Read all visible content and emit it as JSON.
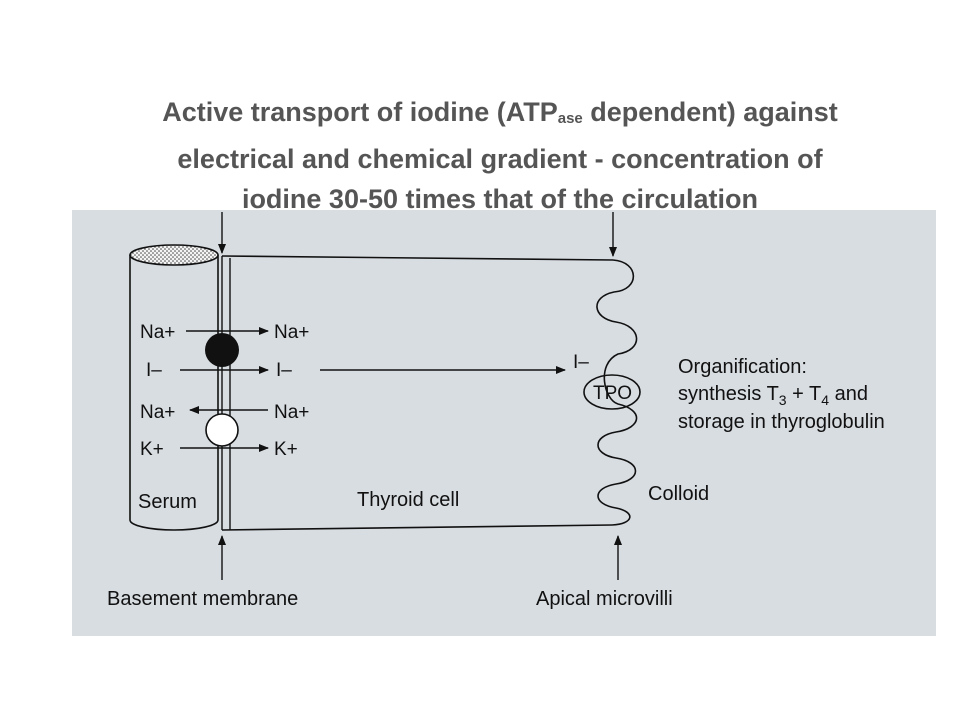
{
  "title": {
    "line1_pre": "Active transport of iodine (ATP",
    "line1_sub": "ase",
    "line1_post": " dependent) against",
    "line2": "electrical and chemical gradient - concentration of",
    "line3": "iodine 30-50 times that of the circulation"
  },
  "serum_side": {
    "na1": "Na+",
    "i": "I–",
    "na2": "Na+",
    "k": "K+",
    "label": "Serum"
  },
  "cell_side": {
    "na1": "Na+",
    "i": "I–",
    "na2": "Na+",
    "k": "K+",
    "label": "Thyroid cell"
  },
  "apical": {
    "iodide": "I–",
    "tpo": "TPO",
    "colloid": "Colloid"
  },
  "organification": {
    "line1": "Organification:",
    "line2_pre": "synthesis T",
    "line2_sub1": "3",
    "line2_mid": " + T",
    "line2_sub2": "4",
    "line2_post": " and",
    "line3": "storage in thyroglobulin"
  },
  "labels": {
    "basement": "Basement membrane",
    "apical": "Apical microvilli"
  },
  "colors": {
    "panel": "#d8dde2",
    "title": "#555555",
    "ink": "#111111"
  }
}
